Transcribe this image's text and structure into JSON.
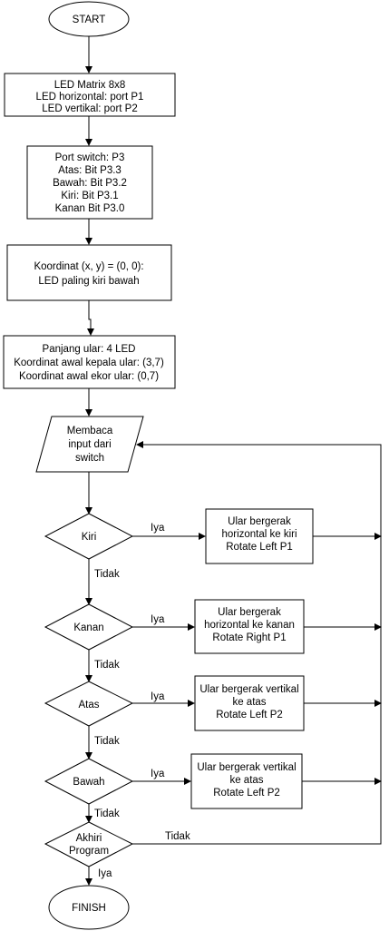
{
  "nodes": {
    "start": "START",
    "led_config": [
      "LED Matrix 8x8",
      "LED horizontal: port P1",
      "LED vertikal: port P2"
    ],
    "port_switch": [
      "Port switch: P3",
      "Atas: Bit P3.3",
      "Bawah: Bit P3.2",
      "Kiri: Bit P3.1",
      "Kanan Bit P3.0"
    ],
    "coordinate": [
      "Koordinat (x, y) = (0, 0):",
      "LED paling kiri bawah"
    ],
    "snake_init": [
      "Panjang ular: 4 LED",
      "Koordinat awal kepala ular: (3,7)",
      "Koordinat awal ekor ular: (0,7)"
    ],
    "read_input": [
      "Membaca",
      "input dari",
      "switch"
    ],
    "decision_left": "Kiri",
    "action_left": [
      "Ular bergerak",
      "horizontal ke kiri",
      "Rotate Left P1"
    ],
    "decision_right": "Kanan",
    "action_right": [
      "Ular bergerak",
      "horizontal ke kanan",
      "Rotate Right P1"
    ],
    "decision_up": "Atas",
    "action_up": [
      "Ular bergerak vertikal",
      "ke atas",
      "Rotate Left P2"
    ],
    "decision_down": "Bawah",
    "action_down": [
      "Ular bergerak vertikal",
      "ke atas",
      "Rotate Left P2"
    ],
    "decision_end": [
      "Akhiri",
      "Program"
    ],
    "finish": "FINISH"
  },
  "edge_labels": {
    "yes": "Iya",
    "no": "Tidak"
  }
}
